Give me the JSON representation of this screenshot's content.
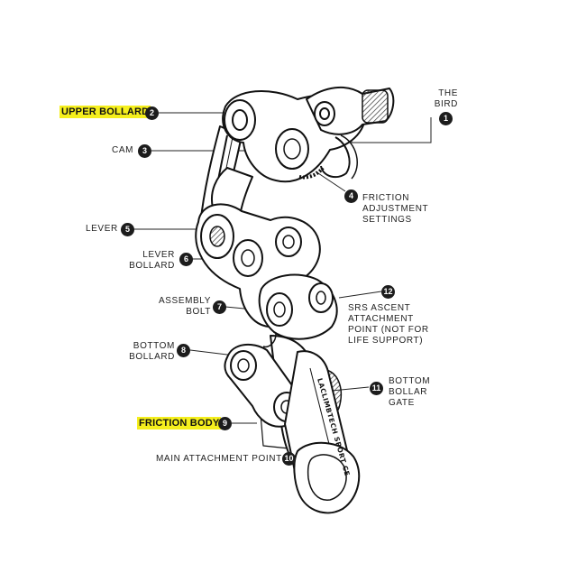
{
  "callouts": [
    {
      "id": "the-bird",
      "num": "1",
      "text": "THE\nBIRD",
      "highlight": false
    },
    {
      "id": "upper-bollard",
      "num": "2",
      "text": "UPPER BOLLARD",
      "highlight": true
    },
    {
      "id": "cam",
      "num": "3",
      "text": "CAM",
      "highlight": false
    },
    {
      "id": "friction-adjustment-settings",
      "num": "4",
      "text": "FRICTION\nADJUSTMENT\nSETTINGS",
      "highlight": false
    },
    {
      "id": "lever",
      "num": "5",
      "text": "LEVER",
      "highlight": false
    },
    {
      "id": "lever-bollard",
      "num": "6",
      "text": "LEVER\nBOLLARD",
      "highlight": false
    },
    {
      "id": "assembly-bolt",
      "num": "7",
      "text": "ASSEMBLY\nBOLT",
      "highlight": false
    },
    {
      "id": "bottom-bollard",
      "num": "8",
      "text": "BOTTOM\nBOLLARD",
      "highlight": false
    },
    {
      "id": "friction-body",
      "num": "9",
      "text": "FRICTION BODY",
      "highlight": true
    },
    {
      "id": "main-attachment-point",
      "num": "10",
      "text": "MAIN ATTACHMENT POINT",
      "highlight": false
    },
    {
      "id": "bottom-bollard-gate",
      "num": "11",
      "text": "BOTTOM\nBOLLAR\nGATE",
      "highlight": false
    },
    {
      "id": "srs-ascent-attachment-point",
      "num": "12",
      "text": "SRS ASCENT\nATTACHMENT\nPOINT (NOT FOR\nLIFE SUPPORT)",
      "highlight": false
    }
  ]
}
